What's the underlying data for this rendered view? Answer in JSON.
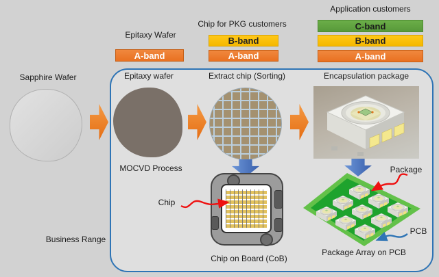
{
  "colors": {
    "background": "#D2D2D2",
    "box_fill": "#DFDFDF",
    "box_border": "#2E74B5",
    "band_orange": "#ED7D31",
    "band_yellow": "#FFC000",
    "band_green": "#5FA33E",
    "flow_arrow_orange": "#ED7D31",
    "flow_arrow_blue": "#4472C4",
    "callout_red": "#EE1111",
    "callout_blue": "#2E74B5"
  },
  "top_groups": [
    {
      "title": "Epitaxy Wafer",
      "bands": [
        {
          "label": "A-band",
          "color": "orange"
        }
      ]
    },
    {
      "title": "Chip for PKG customers",
      "bands": [
        {
          "label": "B-band",
          "color": "yellow"
        },
        {
          "label": "A-band",
          "color": "orange"
        }
      ]
    },
    {
      "title": "Application customers",
      "bands": [
        {
          "label": "C-band",
          "color": "green"
        },
        {
          "label": "B-band",
          "color": "yellow"
        },
        {
          "label": "A-band",
          "color": "orange"
        }
      ]
    }
  ],
  "stages": {
    "sapphire_label": "Sapphire Wafer",
    "epitaxy_label": "Epitaxy wafer",
    "mocvd_label": "MOCVD Process",
    "extract_label": "Extract chip (Sorting)",
    "encapsulation_label": "Encapsulation package",
    "cob_label": "Chip on Board (CoB)",
    "pcb_array_label": "Package Array on PCB",
    "business_range_label": "Business Range"
  },
  "callouts": {
    "chip": "Chip",
    "package": "Package",
    "pcb": "PCB"
  }
}
